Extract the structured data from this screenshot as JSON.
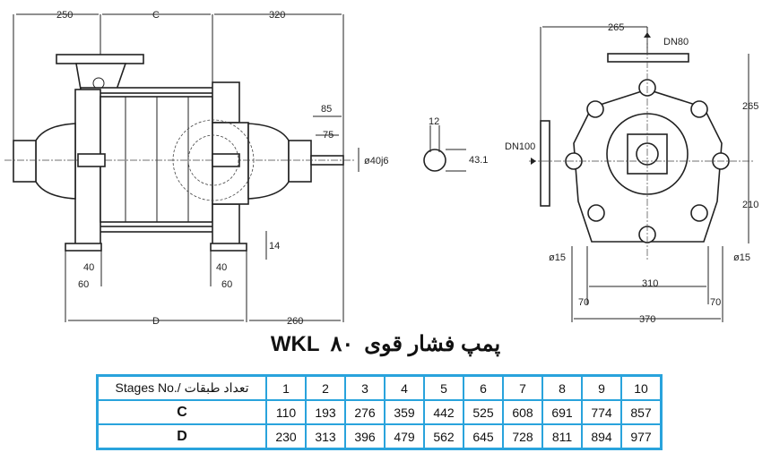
{
  "title": {
    "persian": "پمپ فشار قوی",
    "number": "۸۰",
    "model": "WKL"
  },
  "side_view": {
    "dims": {
      "d250": "250",
      "c": "C",
      "d320": "320",
      "d85": "85",
      "d75": "75",
      "shaft": "ø40j6",
      "d14": "14",
      "d40a": "40",
      "d60a": "60",
      "d40b": "40",
      "d60b": "60",
      "d": "D",
      "d260": "260"
    }
  },
  "shaft_section": {
    "dims": {
      "key": "12",
      "height": "43.1"
    }
  },
  "end_view": {
    "dims": {
      "d265top": "265",
      "dn80": "DN80",
      "d265right": "265",
      "dn100": "DN100",
      "d210": "210",
      "hole_left": "ø15",
      "hole_right": "ø15",
      "d310": "310",
      "d70a": "70",
      "d70b": "70",
      "d370": "370"
    }
  },
  "table": {
    "header_label": "Stages No./ تعداد طبقات",
    "stages": [
      "1",
      "2",
      "3",
      "4",
      "5",
      "6",
      "7",
      "8",
      "9",
      "10"
    ],
    "rows": [
      {
        "label": "C",
        "values": [
          "110",
          "193",
          "276",
          "359",
          "442",
          "525",
          "608",
          "691",
          "774",
          "857"
        ]
      },
      {
        "label": "D",
        "values": [
          "230",
          "313",
          "396",
          "479",
          "562",
          "645",
          "728",
          "811",
          "894",
          "977"
        ]
      }
    ]
  }
}
